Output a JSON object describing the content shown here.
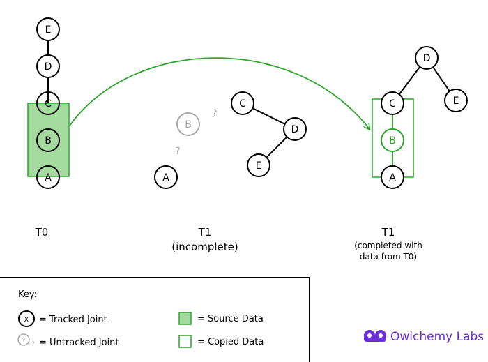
{
  "colors": {
    "green": "#2fa52f",
    "green_fill": "#a6dba0",
    "gray": "#a8a8a8",
    "black": "#000000",
    "brand": "#6b2fd6"
  },
  "panels": {
    "t0": {
      "label": "T0"
    },
    "t1_incomplete": {
      "label": "T1",
      "sublabel": "(incomplete)"
    },
    "t1_completed": {
      "label": "T1",
      "sublabel_line1": "(completed with",
      "sublabel_line2": "data from T0)"
    }
  },
  "nodes": {
    "t0": [
      "E",
      "D",
      "C",
      "B",
      "A"
    ],
    "t1_incomplete": {
      "c": "C",
      "d": "D",
      "e": "E",
      "b": "B",
      "a": "A",
      "question": "?"
    },
    "t1_completed": {
      "d": "D",
      "c": "C",
      "e": "E",
      "b": "B",
      "a": "A"
    }
  },
  "key": {
    "title": "Key:",
    "tracked_symbol": "X",
    "tracked_label": "= Tracked Joint",
    "untracked_symbol": "Y",
    "untracked_sub": "?",
    "untracked_label": "= Untracked Joint",
    "source_label": "=  Source Data",
    "copied_label": "=  Copied Data"
  },
  "brand": {
    "name": "Owlchemy Labs",
    "icon": "owl-logo-icon"
  }
}
